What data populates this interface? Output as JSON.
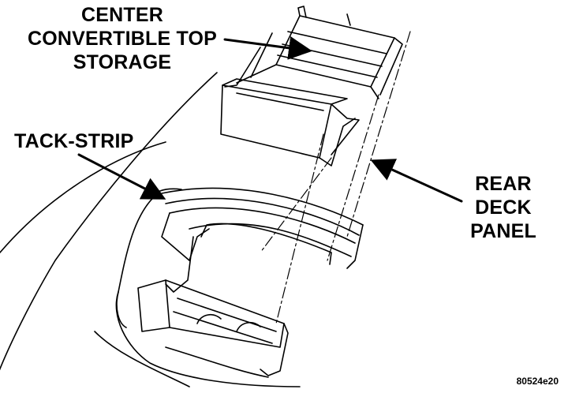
{
  "labels": {
    "storage": [
      "CENTER",
      "CONVERTIBLE TOP",
      "STORAGE"
    ],
    "tack_strip": [
      "TACK-STRIP"
    ],
    "rear_deck": [
      "REAR",
      "DECK",
      "PANEL"
    ]
  },
  "figure_id": "80524e20",
  "colors": {
    "line": "#000000",
    "background": "#ffffff"
  }
}
